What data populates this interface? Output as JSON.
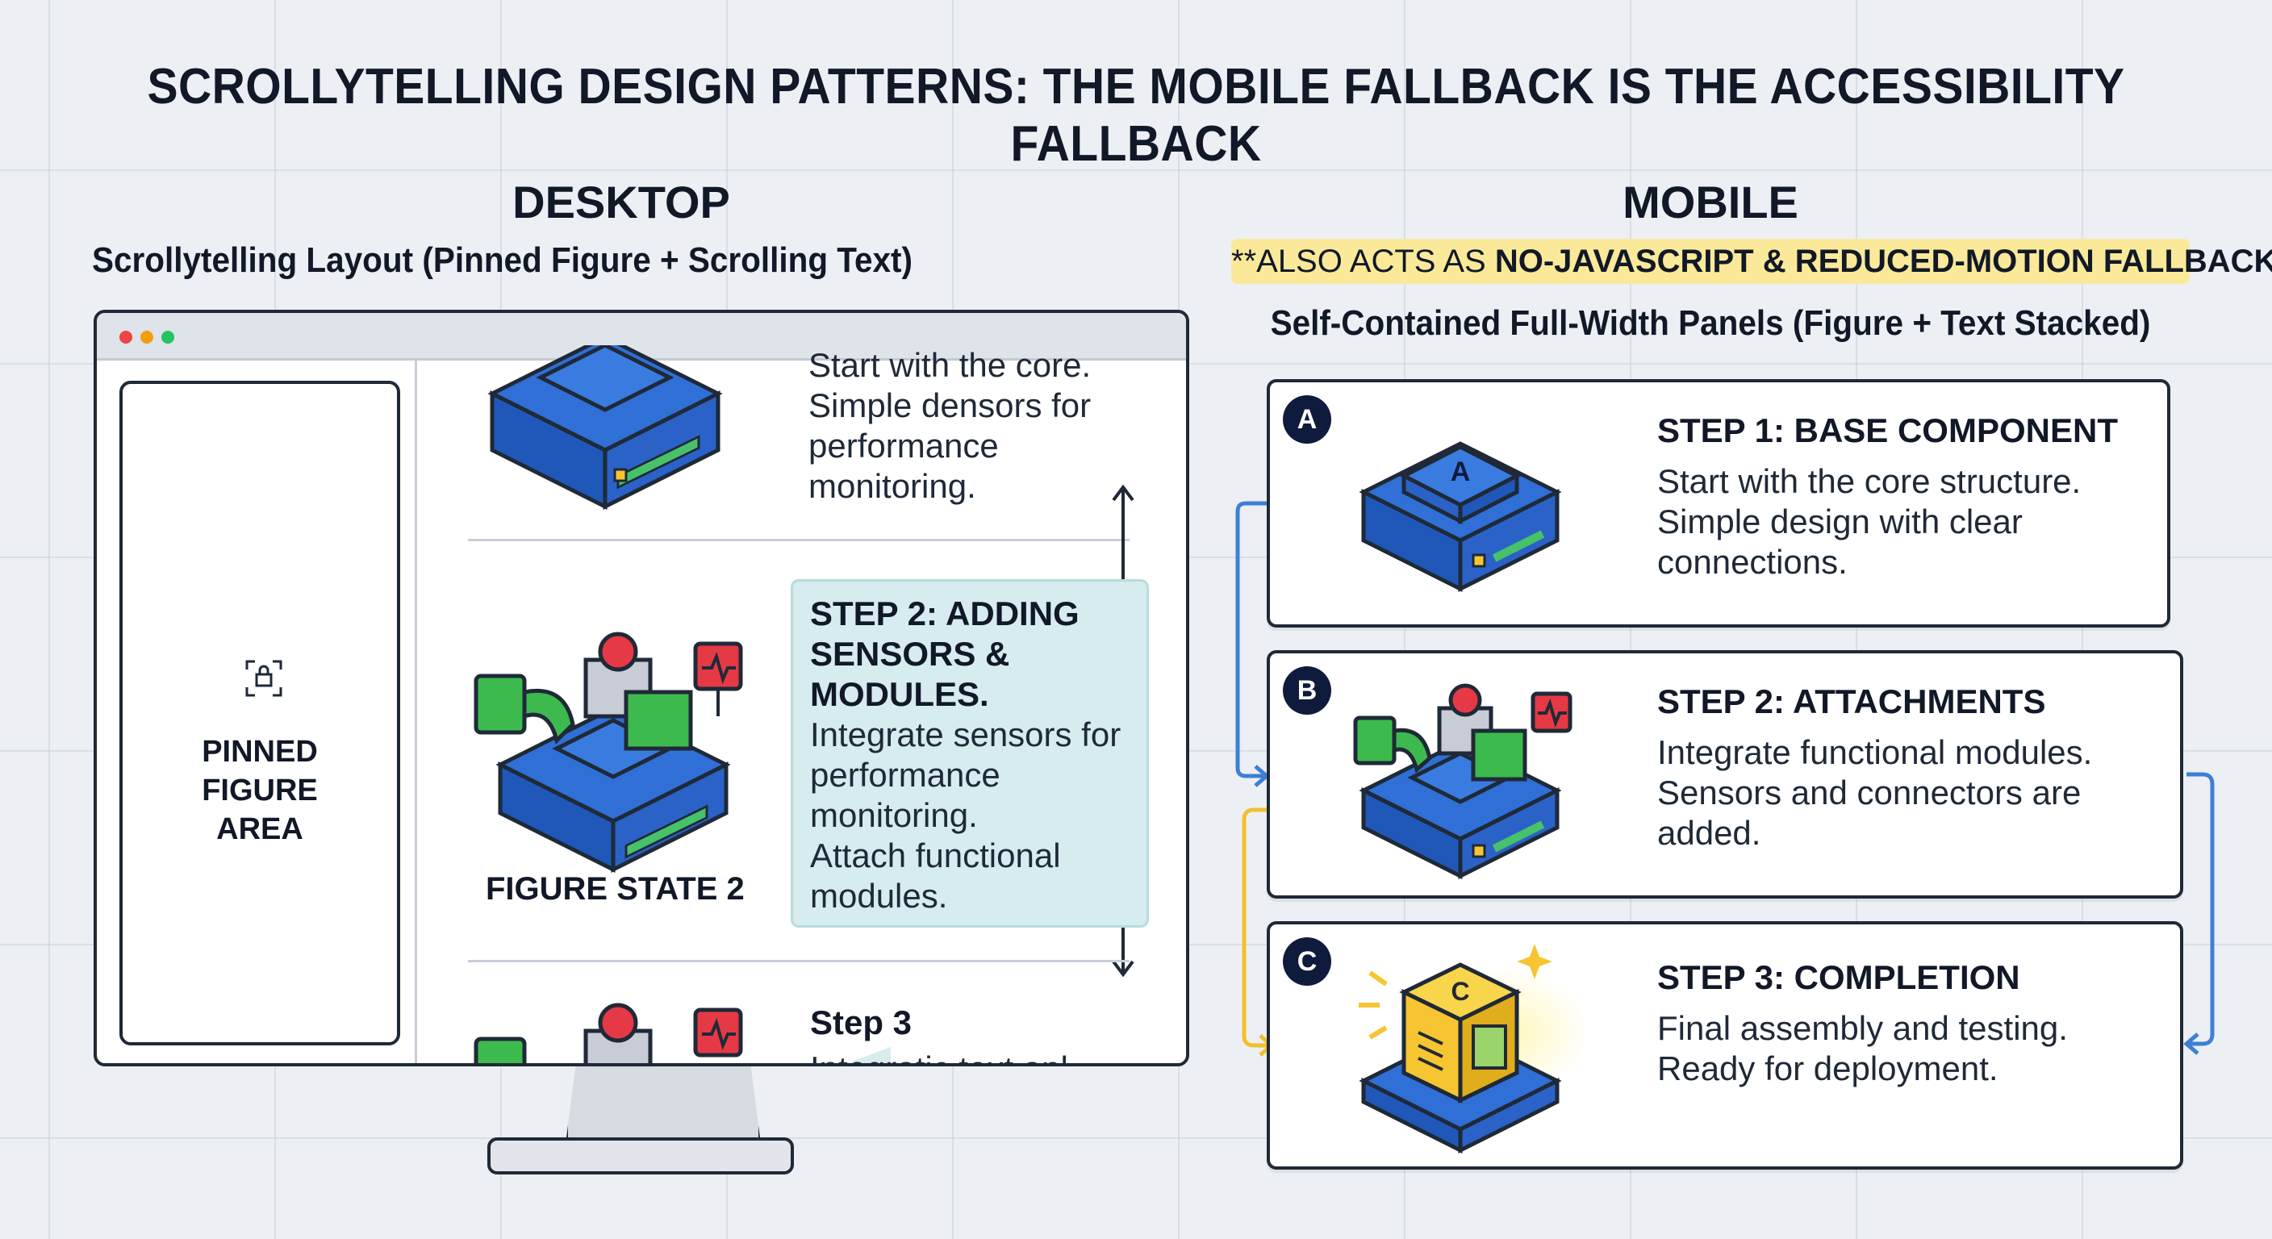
{
  "title": "SCROLLYTELLING DESIGN PATTERNS: THE MOBILE FALLBACK IS THE ACCESSIBILITY FALLBACK",
  "desktop": {
    "heading": "DESKTOP",
    "subheading": "Scrollytelling Layout (Pinned Figure + Scrolling Text)",
    "pinned_label": [
      "PINNED",
      "FIGURE",
      "AREA"
    ],
    "step1_text": [
      "Start with the core.",
      "Simple densors for",
      "performance",
      "monitoring."
    ],
    "step2": {
      "title": [
        "STEP 2: ADDING",
        "SENSORS &",
        "MODULES."
      ],
      "text": [
        "Integrate sensors for",
        "performance",
        "monitoring.",
        "Attach functional",
        "modules."
      ],
      "figure_caption": "FIGURE STATE 2"
    },
    "step3": {
      "title": "Step 3",
      "text": "Integratic text anl"
    }
  },
  "mobile": {
    "heading": "MOBILE",
    "note_prefix": "**ALSO ACTS AS ",
    "note_bold": "NO-JAVASCRIPT & REDUCED-MOTION FALLBACK",
    "subheading": "Self-Contained Full-Width Panels (Figure + Text Stacked)",
    "panels": [
      {
        "badge": "A",
        "figure_letter": "A",
        "title": "STEP 1: BASE COMPONENT",
        "lines": [
          "Start with the core structure.",
          "Simple design with clear",
          "connections."
        ]
      },
      {
        "badge": "B",
        "title": "STEP 2: ATTACHMENTS",
        "lines": [
          "Integrate functional modules.",
          "Sensors and connectors are",
          "added."
        ]
      },
      {
        "badge": "C",
        "figure_letter": "C",
        "title": "STEP 3: COMPLETION",
        "lines": [
          "Final assembly and testing.",
          "Ready for deployment."
        ]
      }
    ]
  },
  "colors": {
    "box_blue": "#2f6fd6",
    "module_green": "#3dba4e",
    "sensor_red": "#e53945",
    "completion_yellow": "#f6c531",
    "callout_teal": "#d6ecee",
    "note_yellow": "#fbe99a",
    "badge_navy": "#0f1b3d",
    "arrow_blue": "#3d7fd6",
    "arrow_yellow": "#f2c02c"
  }
}
